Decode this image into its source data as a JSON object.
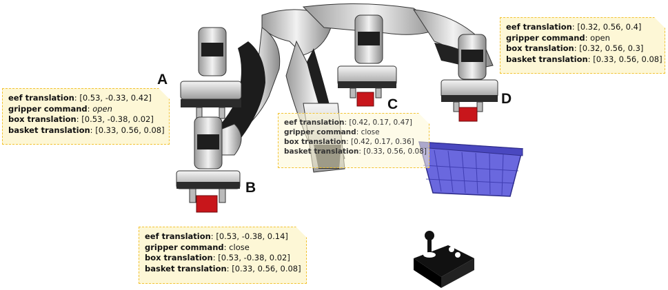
{
  "labels": {
    "a": "A",
    "b": "B",
    "c": "C",
    "d": "D"
  },
  "panels": {
    "a": {
      "eef_key": "eef translation",
      "eef_val": ": [0.53, -0.33, 0.42]",
      "grip_key": "gripper command",
      "grip_sep": ": ",
      "grip_val": "open",
      "box_key": "box translation",
      "box_val": ": [0.53, -0.38, 0.02]",
      "basket_key": "basket translation",
      "basket_val": ": [0.33, 0.56, 0.08]"
    },
    "b": {
      "eef_key": "eef translation",
      "eef_val": ": [0.53, -0.38, 0.14]",
      "grip_key": "gripper command",
      "grip_val": ": close",
      "box_key": "box translation",
      "box_val": ": [0.53, -0.38, 0.02]",
      "basket_key": "basket translation",
      "basket_val": ": [0.33, 0.56, 0.08]"
    },
    "c": {
      "eef_key": "eef translation",
      "eef_val": ": [0.42, 0.17, 0.47]",
      "grip_key": "gripper command",
      "grip_val": ": close",
      "box_key": "box translation",
      "box_val": ": [0.42, 0.17, 0.36]",
      "basket_key": "basket translation",
      "basket_val": ": [0.33, 0.56, 0.08]"
    },
    "d": {
      "eef_key": "eef translation",
      "eef_val": ": [0.32, 0.56, 0.4]",
      "grip_key": "gripper command",
      "grip_val": ": open",
      "box_key": "box translation",
      "box_val": ": [0.32, 0.56, 0.3]",
      "basket_key": "basket translation",
      "basket_val": ": [0.33, 0.56, 0.08]"
    }
  },
  "colors": {
    "note_bg": "#fdf7d6",
    "note_border": "#f2c230",
    "box": "#c8161b",
    "basket": "#5856d6",
    "robot_light": "#e4e4e4",
    "robot_dark": "#1a1a1a"
  },
  "icons": {
    "controller": "joystick-controller-icon"
  }
}
